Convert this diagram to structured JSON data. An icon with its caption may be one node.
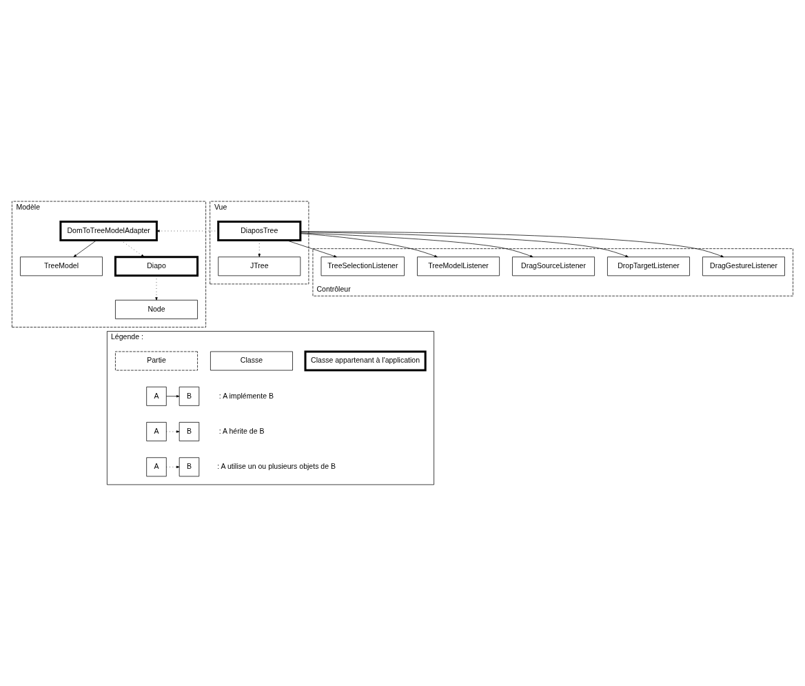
{
  "diagram": {
    "nodes": [
      {
        "text": [
          "Modèle"
        ]
      },
      {
        "text": [
          "TreeModel"
        ],
        "in": 0
      },
      {
        "text": [
          "DomToTreeModelAdapter"
        ],
        "in": 0
      },
      {
        "text": [
          "Diapo"
        ],
        "in": 0
      },
      {
        "text": [
          "Node"
        ],
        "in": 0
      },
      {
        "text": [
          "Vue"
        ]
      },
      {
        "text": [
          "JTree"
        ],
        "in": 5
      },
      {
        "text": [
          "DiaposTree"
        ],
        "in": 5
      },
      {
        "text": [
          "Contrôleur"
        ]
      },
      {
        "text": [
          "DragGestureListener"
        ],
        "in": 8
      },
      {
        "text": [
          "DropTargetListener"
        ],
        "in": 8
      },
      {
        "text": [
          "DragSourceListener"
        ],
        "in": 8
      },
      {
        "text": [
          "TreeModelListener"
        ],
        "in": 8
      },
      {
        "text": [
          "TreeSelectionListener"
        ],
        "in": 8
      },
      {
        "text": [
          "Légende :"
        ]
      },
      {
        "text": [
          "Partie"
        ],
        "in": 14
      },
      {
        "text": [
          "Classe"
        ],
        "in": 14
      },
      {
        "text": [
          "Classe appartenant à l'application"
        ],
        "in": 14
      },
      {
        "text": [
          "A"
        ],
        "in": 14
      },
      {
        "text": [
          "B"
        ],
        "in": 14,
        "beside": [
          ": A implémente B"
        ]
      },
      {
        "text": [
          "A"
        ],
        "in": 14
      },
      {
        "text": [
          "B"
        ],
        "in": 14,
        "beside": [
          ": A hérite de B"
        ]
      },
      {
        "text": [
          "A"
        ],
        "in": 14
      },
      {
        "text": [
          "B"
        ],
        "in": 14,
        "beside": [
          ": A utilise un ou plusieurs objets de B"
        ]
      }
    ],
    "edges": [
      {
        "from": 2,
        "to": 1,
        "arrow": "to"
      },
      {
        "from": 2,
        "to": 3,
        "arrow": "to",
        "style": "dashed"
      },
      {
        "from": 3,
        "to": 4,
        "arrow": "to",
        "style": "dashed"
      },
      {
        "from": 7,
        "to": 6,
        "arrow": "to",
        "style": "dashed"
      },
      {
        "from": 7,
        "to": 2,
        "arrow": "to",
        "style": "dashed"
      },
      {
        "from": 7,
        "to": 9,
        "arrow": "to"
      },
      {
        "from": 7,
        "to": 10,
        "arrow": "to"
      },
      {
        "from": 7,
        "to": 11,
        "arrow": "to"
      },
      {
        "from": 7,
        "to": 12,
        "arrow": "to"
      },
      {
        "from": 7,
        "to": 13,
        "arrow": "to"
      },
      {
        "from": 18,
        "to": 19,
        "arrow": "to"
      },
      {
        "from": 20,
        "to": 21,
        "arrow": "to",
        "style": "dashed"
      },
      {
        "from": 22,
        "to": 23,
        "arrow": "to",
        "style": "dashed"
      }
    ]
  }
}
